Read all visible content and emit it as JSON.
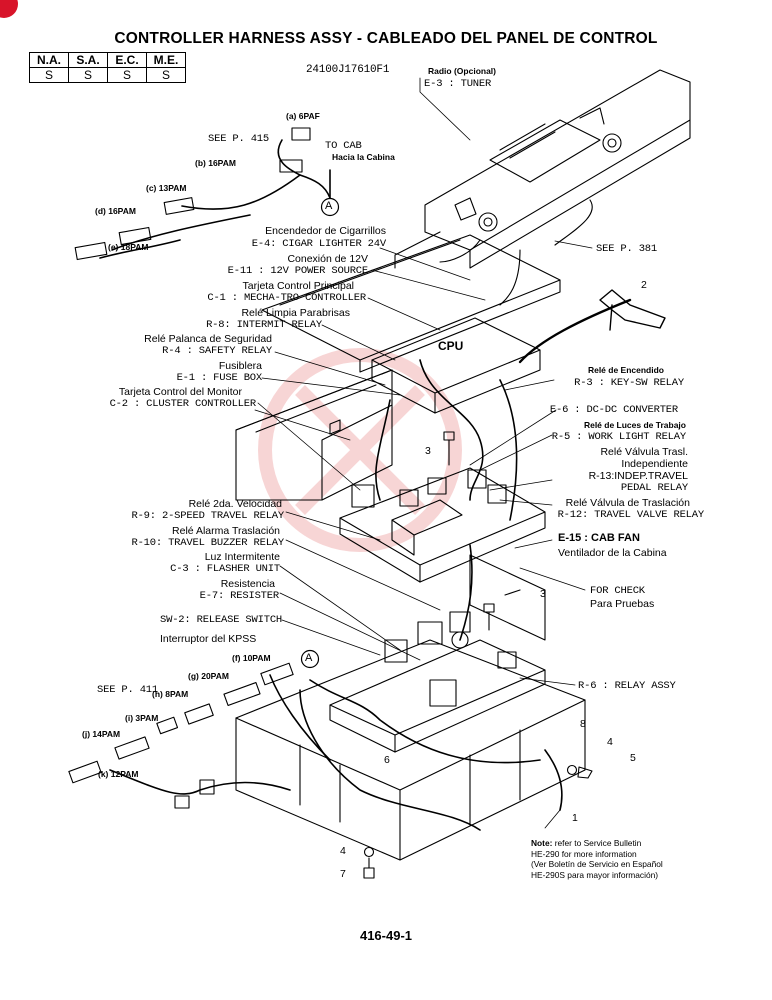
{
  "header": {
    "title": "CONTROLLER HARNESS ASSY - CABLEADO DEL PANEL DE CONTROL",
    "code_table": {
      "headers": [
        "N.A.",
        "S.A.",
        "E.C.",
        "M.E."
      ],
      "values": [
        "S",
        "S",
        "S",
        "S"
      ]
    },
    "part_number": "24100J17610F1"
  },
  "connectors": {
    "a": "(a) 6PAF",
    "b": "(b) 16PAM",
    "c": "(c) 13PAM",
    "d": "(d) 16PAM",
    "e": "(e) 18PAM",
    "f": "(f) 10PAM",
    "g": "(g) 20PAM",
    "h": "(h) 8PAM",
    "i": "(i) 3PAM",
    "j": "(j) 14PAM",
    "k": "(k) 12PAM"
  },
  "refs": {
    "see_p415": "SEE P. 415",
    "see_p411": "SEE P. 411",
    "see_p381": "SEE P. 381",
    "to_cab": "TO CAB",
    "hacia_cabina": "Hacia la Cabina",
    "marker_a": "A",
    "cpu": "CPU"
  },
  "components": {
    "radio_es": "Radio (Opcional)",
    "radio_code": "E-3 : TUNER",
    "cig_es": "Encendedor de Cigarrillos",
    "cig_code": "E-4: CIGAR LIGHTER 24V",
    "pwr_es": "Conexión de 12V",
    "pwr_code": "E-11 : 12V POWER SOURCE",
    "mecha_es": "Tarjeta Control Principal",
    "mecha_code": "C-1 : MECHA-TRO CONTROLLER",
    "wiper_es": "Relé Limpia Parabrisas",
    "wiper_code": "R-8: INTERMIT RELAY",
    "safety_es": "Relé Palanca de Seguridad",
    "safety_code": "R-4 : SAFETY RELAY",
    "fuse_es": "Fusiblera",
    "fuse_code": "E-1 : FUSE BOX",
    "cluster_es": "Tarjeta Control del Monitor",
    "cluster_code": "C-2 : CLUSTER CONTROLLER",
    "keysw_es": "Relé de Encendido",
    "keysw_code": "R-3 : KEY-SW RELAY",
    "dcdc_code": "E-6 : DC-DC CONVERTER",
    "worklight_es": "Relé de Luces de Trabajo",
    "worklight_code": "R-5 : WORK LIGHT RELAY",
    "indep_es1": "Relé Válvula Trasl.",
    "indep_es2": "Independiente",
    "indep_code1": "R-13:INDEP.TRAVEL",
    "indep_code2": "PEDAL RELAY",
    "travelv_es": "Relé Válvula de Traslación",
    "travelv_code": "R-12: TRAVEL VALVE RELAY",
    "cabfan_code": "E-15 : CAB FAN",
    "cabfan_es": "Ventilador de la Cabina",
    "speed_es": "Relé 2da. Velocidad",
    "speed_code": "R-9: 2-SPEED TRAVEL RELAY",
    "buzzer_es": "Relé Alarma Traslación",
    "buzzer_code": "R-10: TRAVEL BUZZER RELAY",
    "flasher_es": "Luz Intermitente",
    "flasher_code": "C-3 : FLASHER UNIT",
    "resist_es": "Resistencia",
    "resist_code": "E-7: RESISTER",
    "release_code": "SW-2: RELEASE SWITCH",
    "release_es": "Interruptor del KPSS",
    "check_en": "FOR CHECK",
    "check_es": "Para Pruebas",
    "relayassy_code": "R-6 : RELAY ASSY"
  },
  "callouts": [
    "1",
    "2",
    "3",
    "3",
    "4",
    "4",
    "5",
    "6",
    "7",
    "8"
  ],
  "note": {
    "lead": "Note:",
    "line1": " refer to Service Bulletin",
    "line2": "HE-290 for more information",
    "line3": "(Ver Boletín de Servicio en Español",
    "line4": "HE-290S para mayor información)"
  },
  "footer": {
    "page": "416-49-1"
  },
  "colors": {
    "ink": "#000000",
    "watermark": "#f2b4b4",
    "brand_red": "#d8142a"
  }
}
